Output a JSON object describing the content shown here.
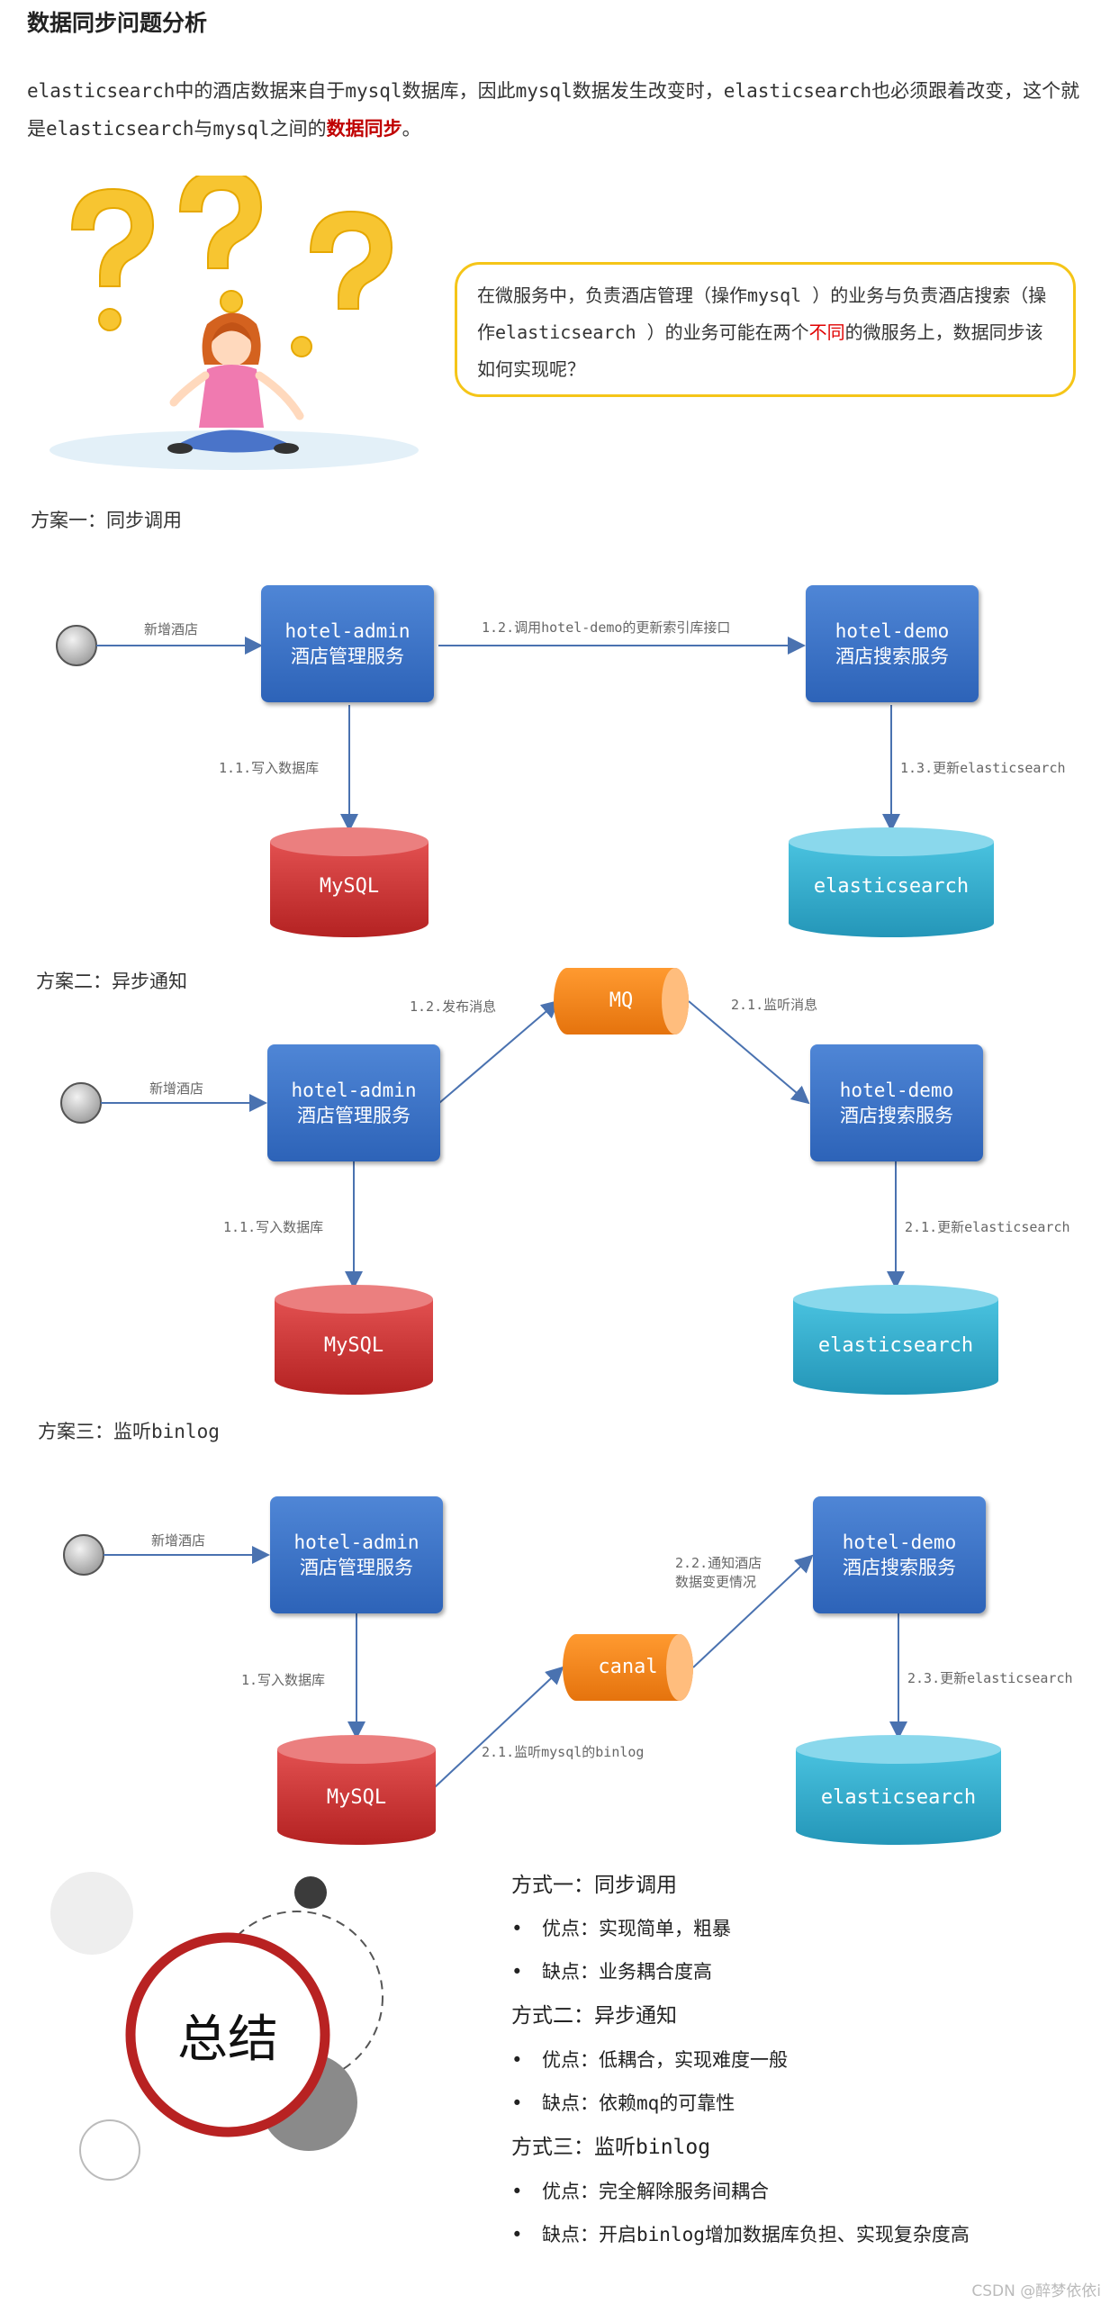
{
  "title": "数据同步问题分析",
  "intro": {
    "part1": "elasticsearch中的酒店数据来自于mysql数据库，因此mysql数据发生改变时，elasticsearch也必须跟着改变，这个就是elasticsearch与mysql之间的",
    "highlight": "数据同步",
    "part2": "。"
  },
  "bubble": {
    "part1": "在微服务中，负责酒店管理（操作mysql ）的业务与负责酒店搜索（操作elasticsearch ）的业务可能在两个",
    "highlight": "不同",
    "part2": "的微服务上，数据同步该如何实现呢？"
  },
  "plans": [
    {
      "title": "方案一：同步调用",
      "start_label": "新增酒店",
      "admin": {
        "line1": "hotel-admin",
        "line2": "酒店管理服务"
      },
      "demo": {
        "line1": "hotel-demo",
        "line2": "酒店搜索服务"
      },
      "call_label": "1.2.调用hotel-demo的更新索引库接口",
      "write_label": "1.1.写入数据库",
      "update_label": "1.3.更新elasticsearch",
      "mysql": "MySQL",
      "es": "elasticsearch"
    },
    {
      "title": "方案二：异步通知",
      "start_label": "新增酒店",
      "admin": {
        "line1": "hotel-admin",
        "line2": "酒店管理服务"
      },
      "demo": {
        "line1": "hotel-demo",
        "line2": "酒店搜索服务"
      },
      "mq": "MQ",
      "publish_label": "1.2.发布消息",
      "listen_label": "2.1.监听消息",
      "write_label": "1.1.写入数据库",
      "update_label": "2.1.更新elasticsearch",
      "mysql": "MySQL",
      "es": "elasticsearch"
    },
    {
      "title": "方案三：监听binlog",
      "start_label": "新增酒店",
      "admin": {
        "line1": "hotel-admin",
        "line2": "酒店管理服务"
      },
      "demo": {
        "line1": "hotel-demo",
        "line2": "酒店搜索服务"
      },
      "canal": "canal",
      "write_label": "1.写入数据库",
      "binlog_label": "2.1.监听mysql的binlog",
      "notify_label_1": "2.2.通知酒店",
      "notify_label_2": "数据变更情况",
      "update_label": "2.3.更新elasticsearch",
      "mysql": "MySQL",
      "es": "elasticsearch"
    }
  ],
  "summary": {
    "badge": "总结",
    "sections": [
      {
        "head": "方式一：同步调用",
        "items": [
          "优点：实现简单，粗暴",
          "缺点：业务耦合度高"
        ]
      },
      {
        "head": "方式二：异步通知",
        "items": [
          "优点：低耦合，实现难度一般",
          "缺点：依赖mq的可靠性"
        ]
      },
      {
        "head": "方式三：监听binlog",
        "items": [
          "优点：完全解除服务间耦合",
          "缺点：开启binlog增加数据库负担、实现复杂度高"
        ]
      }
    ],
    "bullet": "•"
  },
  "watermark": "CSDN @醉梦依依i",
  "colors": {
    "accent_red": "#c00000",
    "service_blue": "#3a6fc4",
    "mysql_red": "#c93434",
    "es_cyan": "#2ea8c8",
    "mq_orange": "#f0841e",
    "bubble_border": "#f5c518"
  }
}
